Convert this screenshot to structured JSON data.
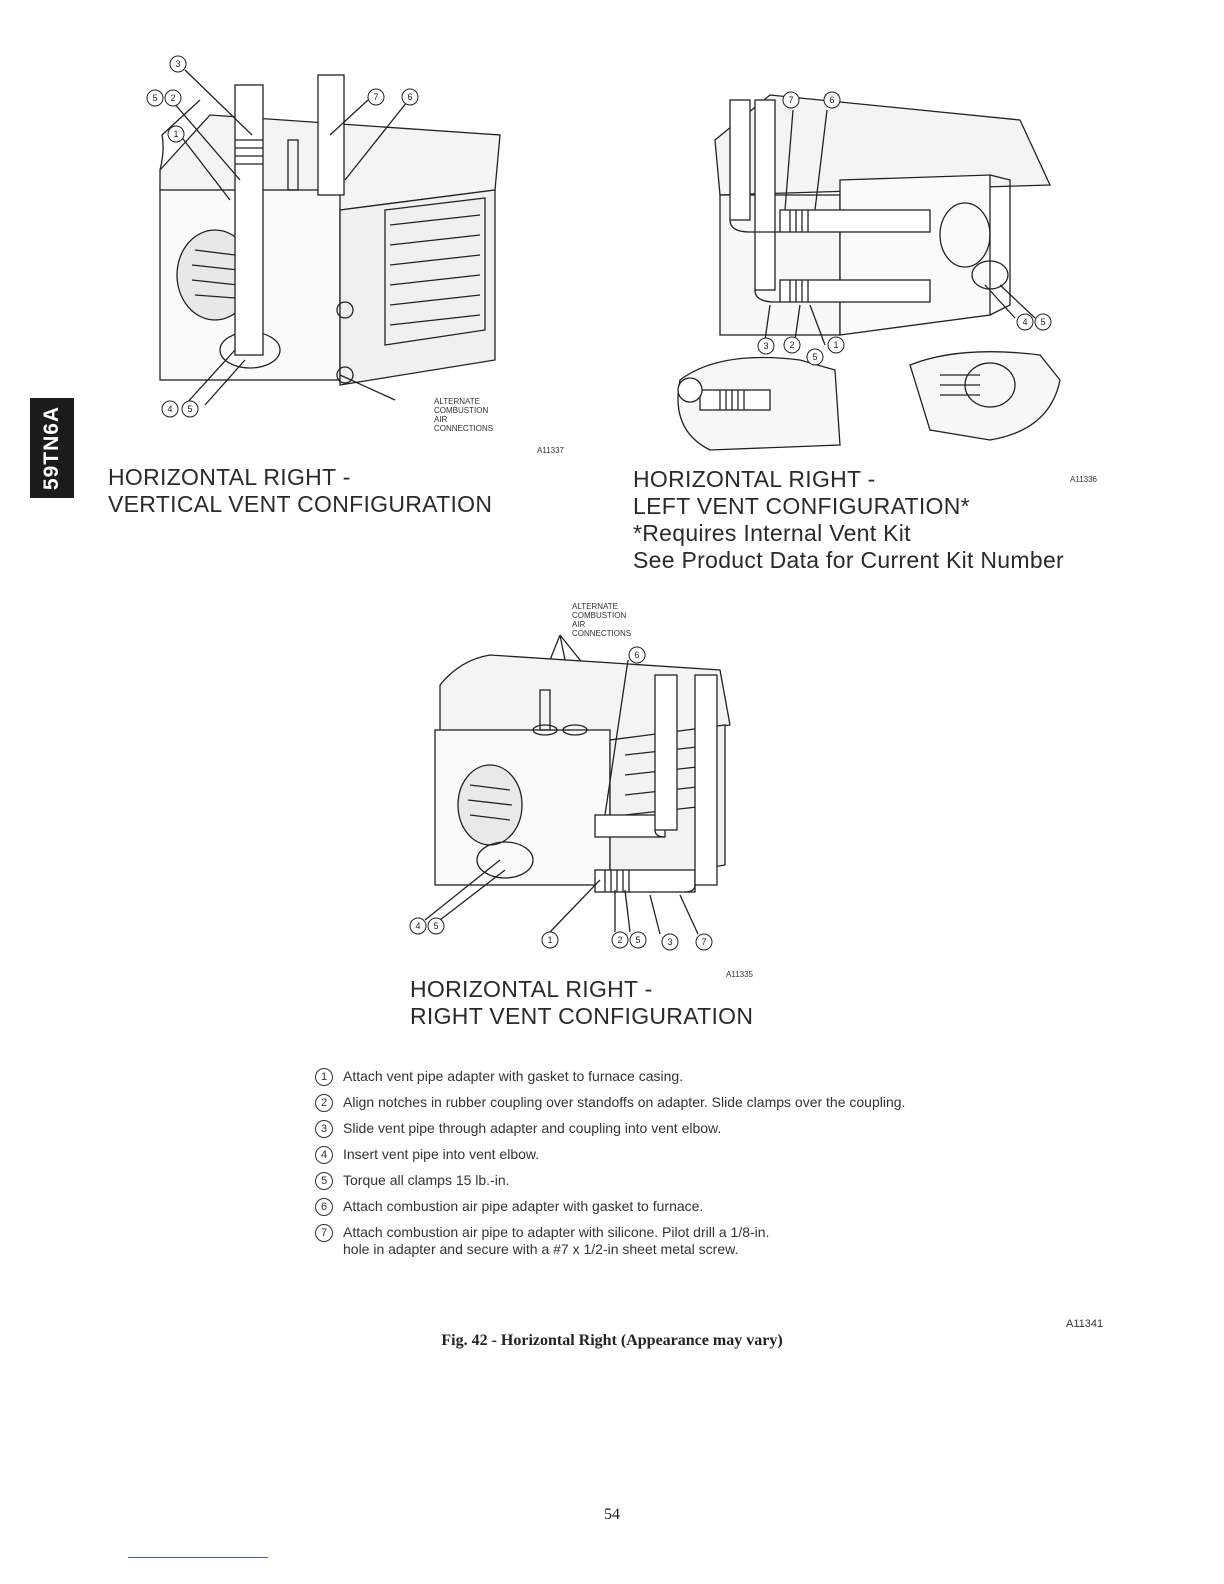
{
  "side_tab": "59TN6A",
  "figures": {
    "top_left": {
      "caption": [
        "HORIZONTAL RIGHT -",
        "VERTICAL VENT CONFIGURATION"
      ],
      "code": "A11337",
      "note": [
        "ALTERNATE",
        "COMBUSTION",
        "AIR",
        "CONNECTIONS"
      ],
      "callouts": [
        "3",
        "5",
        "2",
        "7",
        "6",
        "1",
        "4",
        "5"
      ]
    },
    "top_right": {
      "caption": [
        "HORIZONTAL RIGHT -",
        "LEFT VENT CONFIGURATION*",
        "*Requires Internal Vent Kit",
        "See Product Data for Current Kit Number"
      ],
      "code": "A11336",
      "callouts": [
        "7",
        "6",
        "4",
        "5",
        "3",
        "2",
        "1",
        "5"
      ]
    },
    "bottom": {
      "caption": [
        "HORIZONTAL RIGHT -",
        "RIGHT VENT CONFIGURATION"
      ],
      "code": "A11335",
      "note": [
        "ALTERNATE",
        "COMBUSTION",
        "AIR",
        "CONNECTIONS"
      ],
      "callouts": [
        "6",
        "4",
        "5",
        "1",
        "2",
        "5",
        "3",
        "7"
      ]
    }
  },
  "legend": [
    {
      "num": "1",
      "lines": [
        "Attach vent pipe adapter with gasket to furnace casing."
      ]
    },
    {
      "num": "2",
      "lines": [
        "Align notches in rubber coupling over standoffs on adapter.  Slide clamps over the coupling."
      ]
    },
    {
      "num": "3",
      "lines": [
        "Slide vent pipe through adapter and coupling into vent elbow."
      ]
    },
    {
      "num": "4",
      "lines": [
        "Insert vent pipe into vent elbow."
      ]
    },
    {
      "num": "5",
      "lines": [
        "Torque all clamps 15 lb.-in."
      ]
    },
    {
      "num": "6",
      "lines": [
        "Attach combustion air pipe adapter with gasket to furnace."
      ]
    },
    {
      "num": "7",
      "lines": [
        "Attach combustion air pipe to adapter with silicone.  Pilot drill a 1/8-in.",
        "hole in adapter and secure with a #7 x 1/2-in sheet metal screw."
      ]
    }
  ],
  "legend_code": "A11341",
  "figure_caption": "Fig. 42 - Horizontal Right  (Appearance may vary)",
  "page_number": "54"
}
